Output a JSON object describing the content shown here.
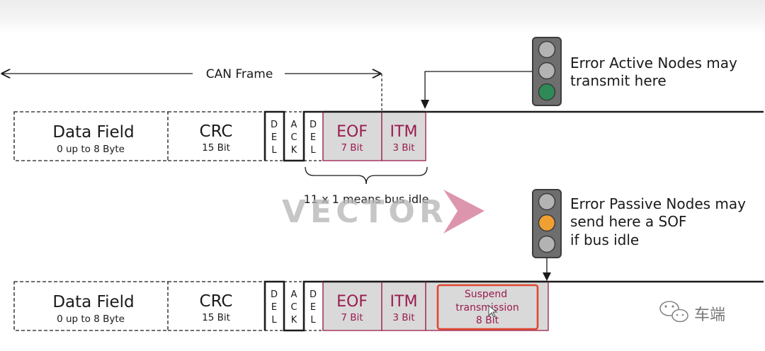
{
  "frame_label": "CAN Frame",
  "row1": {
    "data_field": {
      "title": "Data Field",
      "subtitle": "0 up to 8 Byte"
    },
    "crc": {
      "title": "CRC",
      "subtitle": "15 Bit"
    },
    "crc_delimiter": [
      "D",
      "E",
      "L"
    ],
    "ack": [
      "A",
      "C",
      "K"
    ],
    "ack_delimiter": [
      "D",
      "E",
      "L"
    ],
    "eof": {
      "title": "EOF",
      "subtitle": "7 Bit"
    },
    "itm": {
      "title": "ITM",
      "subtitle": "3 Bit"
    }
  },
  "row2": {
    "data_field": {
      "title": "Data Field",
      "subtitle": "0 up to 8 Byte"
    },
    "crc": {
      "title": "CRC",
      "subtitle": "15 Bit"
    },
    "crc_delimiter": [
      "D",
      "E",
      "L"
    ],
    "ack": [
      "A",
      "C",
      "K"
    ],
    "ack_delimiter": [
      "D",
      "E",
      "L"
    ],
    "eof": {
      "title": "EOF",
      "subtitle": "7 Bit"
    },
    "itm": {
      "title": "ITM",
      "subtitle": "3 Bit"
    },
    "suspend": {
      "line1": "Suspend",
      "line2": "transmission",
      "line3": "8 Bit"
    }
  },
  "bus_idle_label": "11 x 1 means bus idle",
  "active_note": {
    "line1": "Error Active Nodes may",
    "line2": "transmit here"
  },
  "passive_note": {
    "line1": "Error Passive Nodes may",
    "line2": "send here a SOF",
    "line3": "if bus idle"
  },
  "logo_text": "VECTOR",
  "watermark_text": "车端",
  "colors": {
    "accent": "#9a1b4f",
    "field_gray": "#d9d9d9",
    "highlight_border": "#e0472f",
    "green_light": "#2e8b57",
    "orange_light": "#f0a033",
    "light_off": "#b3b3b3",
    "arrow_pink": "#d98aa4"
  },
  "icons": [
    "traffic-light-green-icon",
    "traffic-light-orange-icon",
    "vector-arrow-logo-icon",
    "wechat-icon"
  ]
}
